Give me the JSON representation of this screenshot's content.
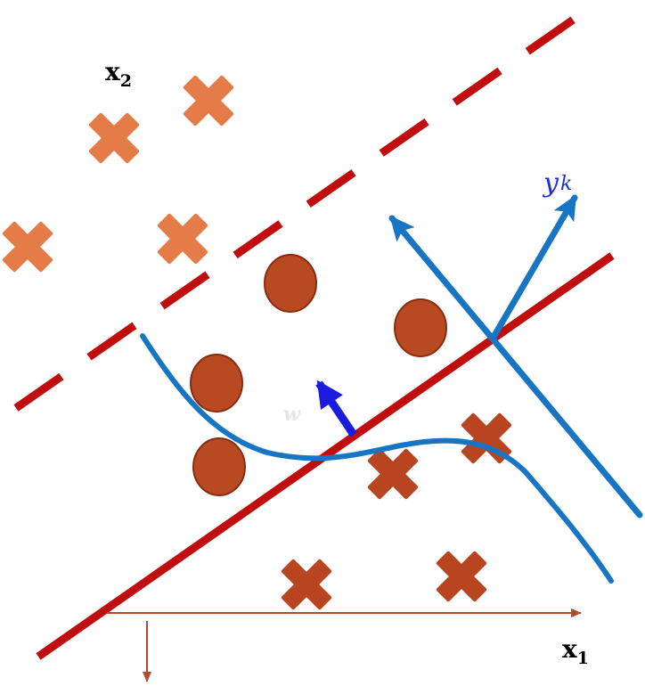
{
  "labels": {
    "x1_main": "x",
    "x1_sub": "1",
    "x2_main": "x",
    "x2_sub": "2",
    "yk_main": "y",
    "yk_sub": "k",
    "w": "w"
  },
  "colors": {
    "boundary": "#c00d0d",
    "margin_dashed": "#c00d0d",
    "cross_light": "#e57c48",
    "cross_dark": "#b8451f",
    "circle_fill": "#b84a22",
    "circle_stroke": "#8a2a10",
    "curve": "#1775c4",
    "normal_arrow": "#1565c0",
    "w_arrow": "#1b1be0",
    "axis": "#b44a2a"
  },
  "icons": {
    "class_a_marker": "cross-marker",
    "class_b_marker": "circle-marker"
  }
}
